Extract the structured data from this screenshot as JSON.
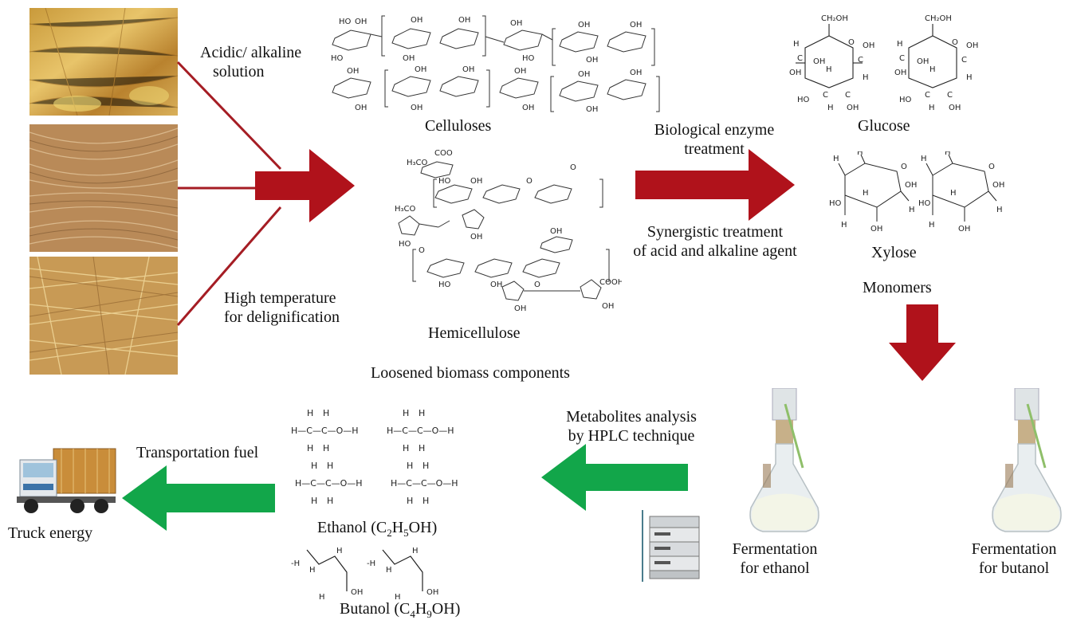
{
  "treatments": {
    "acid_alkali": [
      "Acidic/ alkaline",
      "solution"
    ],
    "high_temp": [
      "High temperature",
      "for delignification"
    ],
    "enzyme": [
      "Biological enzyme",
      "treatment"
    ],
    "synergistic": [
      "Synergistic treatment",
      "of acid and alkaline agent"
    ],
    "hplc": [
      "Metabolites analysis",
      "by HPLC technique"
    ]
  },
  "components": {
    "celluloses": "Celluloses",
    "hemicellulose": "Hemicellulose",
    "loosened": "Loosened biomass components"
  },
  "monomers": {
    "glucose": "Glucose",
    "xylose": "Xylose",
    "group": "Monomers",
    "glucose_group": "CH₂OH"
  },
  "fermentation": {
    "ethanol": [
      "Fermentation",
      "for ethanol"
    ],
    "butanol": [
      "Fermentation",
      "for butanol"
    ]
  },
  "products": {
    "ethanol_name": "Ethanol (",
    "ethanol_formula": [
      "C",
      "2",
      "H",
      "5",
      "OH"
    ],
    "butanol_name": "Butanol (",
    "butanol_formula": [
      "C",
      "4",
      "H",
      "9",
      "OH"
    ],
    "close": ")"
  },
  "fuel": {
    "transport": "Transportation fuel",
    "truck": "Truck energy"
  },
  "colors": {
    "red_arrow": "#b0121b",
    "green_arrow": "#12a64a",
    "red_line": "#a51d24"
  }
}
